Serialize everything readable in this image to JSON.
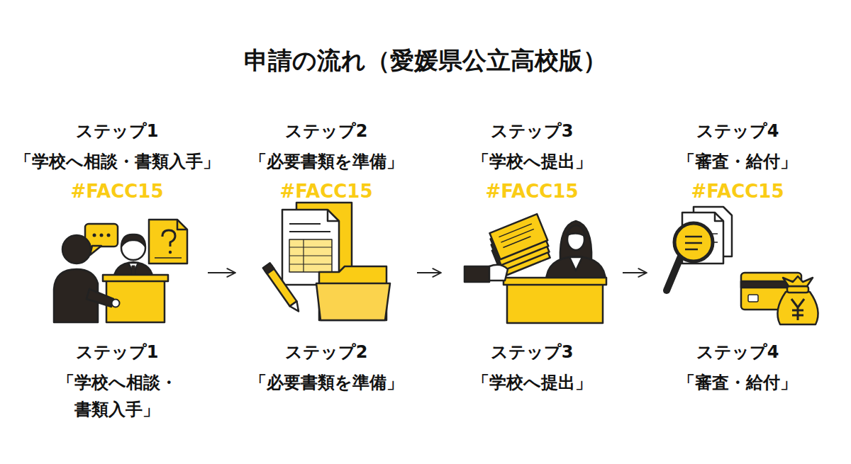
{
  "diagram": {
    "title": "申請の流れ（愛媛県公立高校版）",
    "nodes": [
      {
        "text": [
          "ステップ1",
          "「学校へ相談・書類入手」",
          "#FACC15",
          "ステップ1",
          "「学校へ相談・ 書類入手」"
        ]
      },
      {
        "text": [
          "ステップ2",
          "「必要書類を準備」",
          "#FACC15",
          "ステップ2",
          "「必要書類を準備」"
        ]
      },
      {
        "text": [
          "ステップ3",
          "「学校へ提出」",
          "#FACC15",
          "ステップ3",
          "「学校へ提出」"
        ]
      },
      {
        "text": [
          "ステップ4",
          "「審査・給付」",
          "#FACC15",
          "ステップ4",
          "「審査・給付」"
        ]
      }
    ],
    "edges": [
      {
        "from": 0,
        "to": 1,
        "arrow": "to"
      },
      {
        "from": 1,
        "to": 2,
        "arrow": "to"
      },
      {
        "from": 2,
        "to": 3,
        "arrow": "to"
      }
    ]
  }
}
